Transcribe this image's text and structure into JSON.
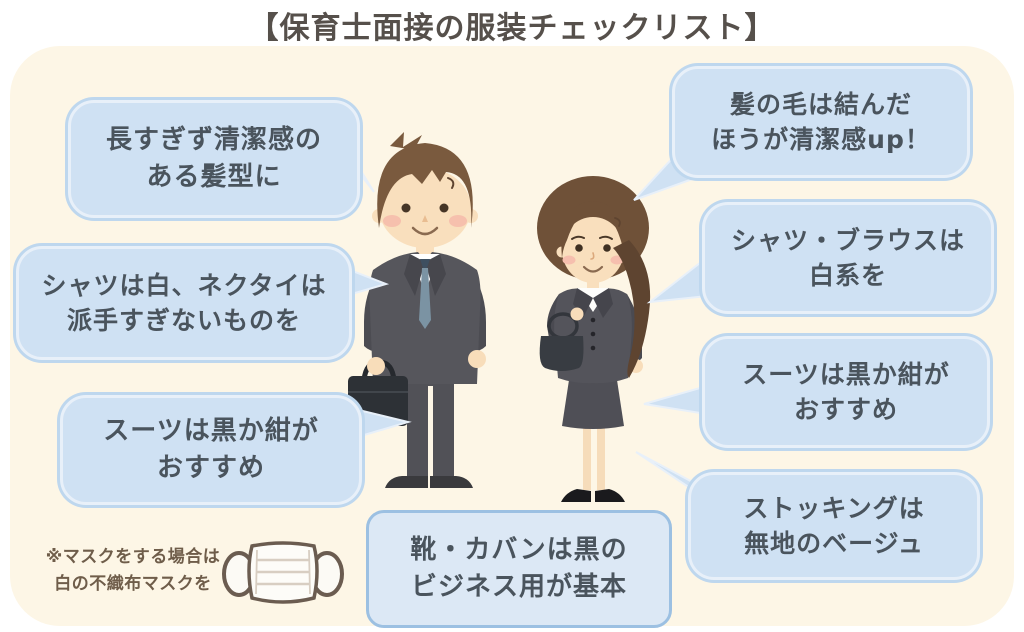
{
  "title": "【保育士面接の服装チェックリスト】",
  "palette": {
    "page_bg": "#ffffff",
    "panel_bg": "#fdf6e6",
    "bubble_fill": "#cfe1f3",
    "bubble_inner_border": "#e8f0f9",
    "bubble_outer_border": "#bed7ee",
    "shoes_box_fill": "#dce8f5",
    "shoes_box_border": "#9cc0e2",
    "bubble_text": "#4a545d",
    "title_text": "#56504b",
    "note_text": "#6f5d4a"
  },
  "bubbles": [
    {
      "id": "hair-man",
      "line1": "長すぎず清潔感の",
      "line2": "ある髪型に"
    },
    {
      "id": "hair-woman",
      "line1": "髪の毛は結んだ",
      "line2": "ほうが清潔感up！"
    },
    {
      "id": "shirt-tie-man",
      "line1": "シャツは白、ネクタイは",
      "line2": "派手すぎないものを"
    },
    {
      "id": "blouse-woman",
      "line1": "シャツ・ブラウスは",
      "line2": "白系を"
    },
    {
      "id": "suit-man",
      "line1": "スーツは黒か紺が",
      "line2": "おすすめ"
    },
    {
      "id": "suit-woman",
      "line1": "スーツは黒か紺が",
      "line2": "おすすめ"
    },
    {
      "id": "stockings-woman",
      "line1": "ストッキングは",
      "line2": "無地のベージュ"
    },
    {
      "id": "shoes-bag",
      "line1": "靴・カバンは黒の",
      "line2": "ビジネス用が基本"
    }
  ],
  "mask_note": {
    "line1": "※マスクをする場合は",
    "line2": "白の不織布マスクを"
  },
  "icons": {
    "mask": "surgical-mask-icon"
  }
}
